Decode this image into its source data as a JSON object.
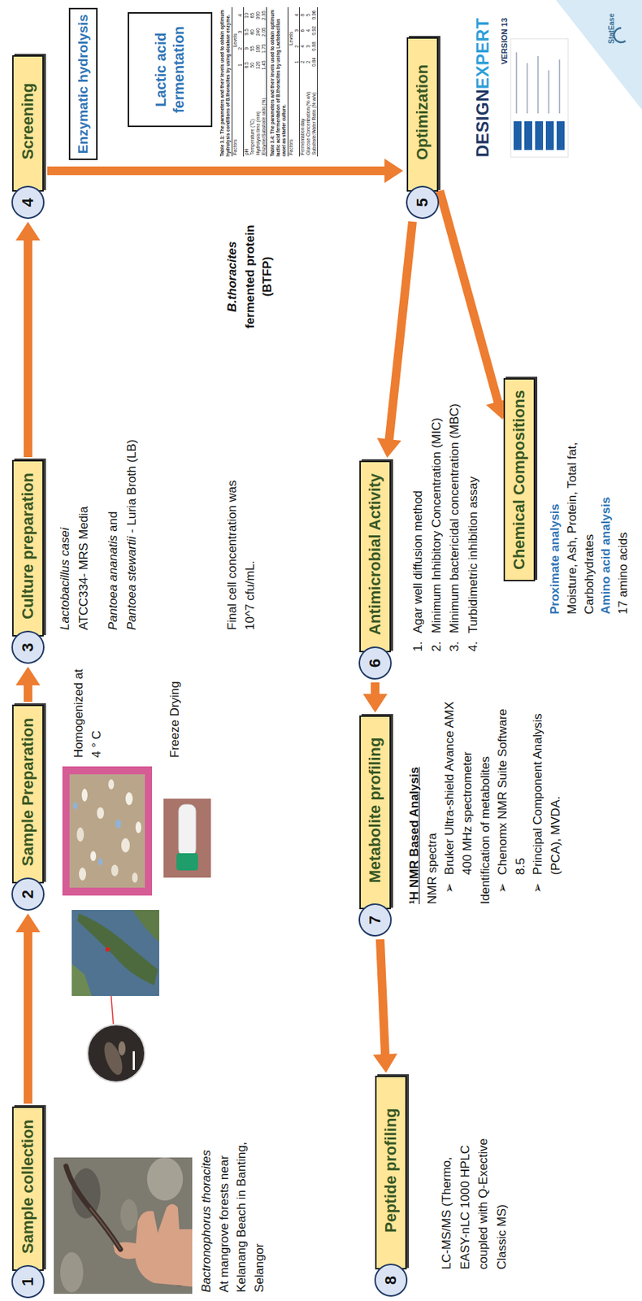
{
  "diagram": {
    "nodes": [
      {
        "text": [
          "1",
          "Sample collection"
        ]
      },
      {
        "text": [
          "2",
          "Sample Preparation"
        ]
      },
      {
        "text": [
          "3",
          "Culture preparation"
        ]
      },
      {
        "text": [
          "4",
          "Screening"
        ]
      },
      {
        "text": [
          "Enzymatic hydrolysis"
        ]
      },
      {
        "text": [
          "Lactic acid fermentation"
        ]
      },
      {
        "text": [
          "5",
          "Optimization"
        ]
      },
      {
        "text": [
          "6",
          "Antimicrobial Activity"
        ]
      },
      {
        "text": [
          "Chemical Compositions"
        ]
      },
      {
        "text": [
          "7",
          "Metabolite profiling"
        ]
      },
      {
        "text": [
          "8",
          "Peptide profiling"
        ]
      }
    ],
    "edges": [
      {
        "from": 0,
        "to": 1,
        "arrow": "to"
      },
      {
        "from": 1,
        "to": 2,
        "arrow": "to"
      },
      {
        "from": 2,
        "to": 3,
        "arrow": "to"
      },
      {
        "from": 3,
        "to": 6,
        "arrow": "to"
      },
      {
        "from": 6,
        "to": 7,
        "arrow": "to"
      },
      {
        "from": 6,
        "to": 8,
        "arrow": "to"
      },
      {
        "from": 7,
        "to": 9,
        "arrow": "to"
      },
      {
        "from": 9,
        "to": 10,
        "arrow": "to"
      }
    ],
    "labels": [
      "Bactronophorus thoracites",
      "At mangrove forests near Kelanang Beach in Banting, Selangor",
      "Homogenized at 4 ° C",
      "Freeze Drying",
      "Lactobacillus casei",
      "ATCC334- MRS Media",
      "Pantoea ananatis",
      "and",
      "Pantoea stewartii",
      "- Luria Broth (LB)",
      "Final cell concentration was 10^7 cfu/mL.",
      "Table 3.1: The parameters and their levels used to obtain optimum hydrolysis conditions of B.thoracites by using alcalase enzyme.",
      "Factors",
      "Levels",
      "1",
      "2",
      "3",
      "4",
      "pH",
      "8.5",
      "9",
      "9.5",
      "10",
      "Temperature (°C)",
      "50",
      "55",
      "60",
      "65",
      "Hydrolysis time (min)",
      "120",
      "180",
      "240",
      "300",
      "Enzyme/Substrate ratio (%)",
      "1.45",
      "1.75",
      "2.05",
      "2.35",
      "Table 3.4: The parameters and their levels used to obtain optimum lactic acid fermentation of B.thoracites by using Lactobacillus casei as starter culture.",
      "Factors",
      "Levels",
      "1",
      "2",
      "3",
      "4",
      "Fermentation day",
      "2",
      "4",
      "6",
      "8",
      "Glucose Concentration (% v/v)",
      "2",
      "3",
      "4",
      "5",
      "Substrate:Water Ratio (% w/v)",
      "0.84",
      "0.88",
      "0.92",
      "0.96",
      "B.thoracites",
      "fermented protein (BTFP)",
      "DESIGN",
      "EXPERT",
      "VERSION 13",
      "StatEase",
      "1.",
      "Agar well diffusion method",
      "2.",
      "Minimum Inhibitory Concentration (MIC)",
      "3.",
      "Minimum bactericidal concentration (MBC)",
      "4.",
      "Turbidimetric inhibition assay",
      "Proximate analysis",
      "Moisture, Ash, Protein, Total fat, Carbohydrates",
      "Amino acid analysis",
      "17 amino acids",
      "¹H NMR Based Analysis",
      "NMR spectra",
      "➢",
      "Bruker Ultra-shield Avance AMX 400 MHz spectrometer",
      "Identification of metabolites",
      "➢",
      "Chenomx NMR Suite Software 8.5",
      "➢",
      "Principal Component Analysis (PCA), MVDA.",
      "LC-MS/MS (Thermo, EASY-nLC 1000 HPLC coupled with Q-Exective Classic MS)"
    ]
  }
}
